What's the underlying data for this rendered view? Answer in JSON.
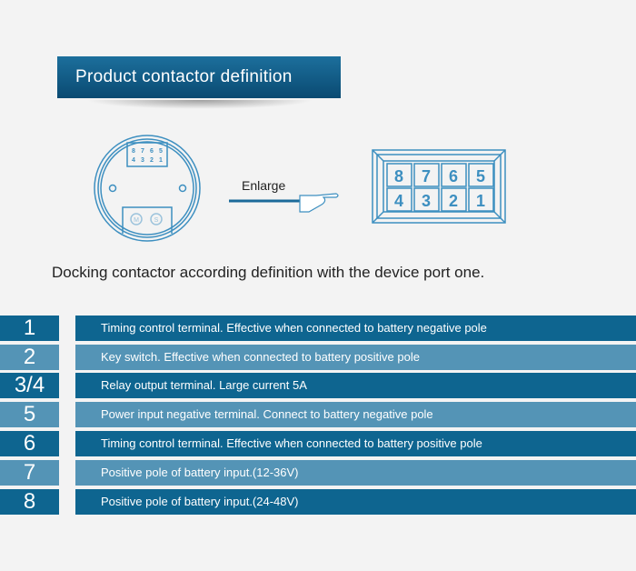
{
  "title": "Product contactor definition",
  "enlarge": "Enlarge",
  "description": "Docking contactor according definition with the device port one.",
  "connector_pins": {
    "top": [
      "8",
      "7",
      "6",
      "5"
    ],
    "bottom": [
      "4",
      "3",
      "2",
      "1"
    ]
  },
  "device_buttons": [
    "M",
    "S"
  ],
  "rows": [
    {
      "pin": "1",
      "text": "Timing control terminal. Effective when connected to battery negative pole"
    },
    {
      "pin": "2",
      "text": "Key switch. Effective when connected to battery positive pole"
    },
    {
      "pin": "3/4",
      "text": "Relay output terminal. Large current 5A"
    },
    {
      "pin": "5",
      "text": "Power input negative terminal. Connect to battery negative pole"
    },
    {
      "pin": "6",
      "text": "Timing control terminal. Effective when connected to battery positive pole"
    },
    {
      "pin": "7",
      "text": "Positive pole of battery input.(12-36V)"
    },
    {
      "pin": "8",
      "text": "Positive pole of battery input.(24-48V)"
    }
  ]
}
